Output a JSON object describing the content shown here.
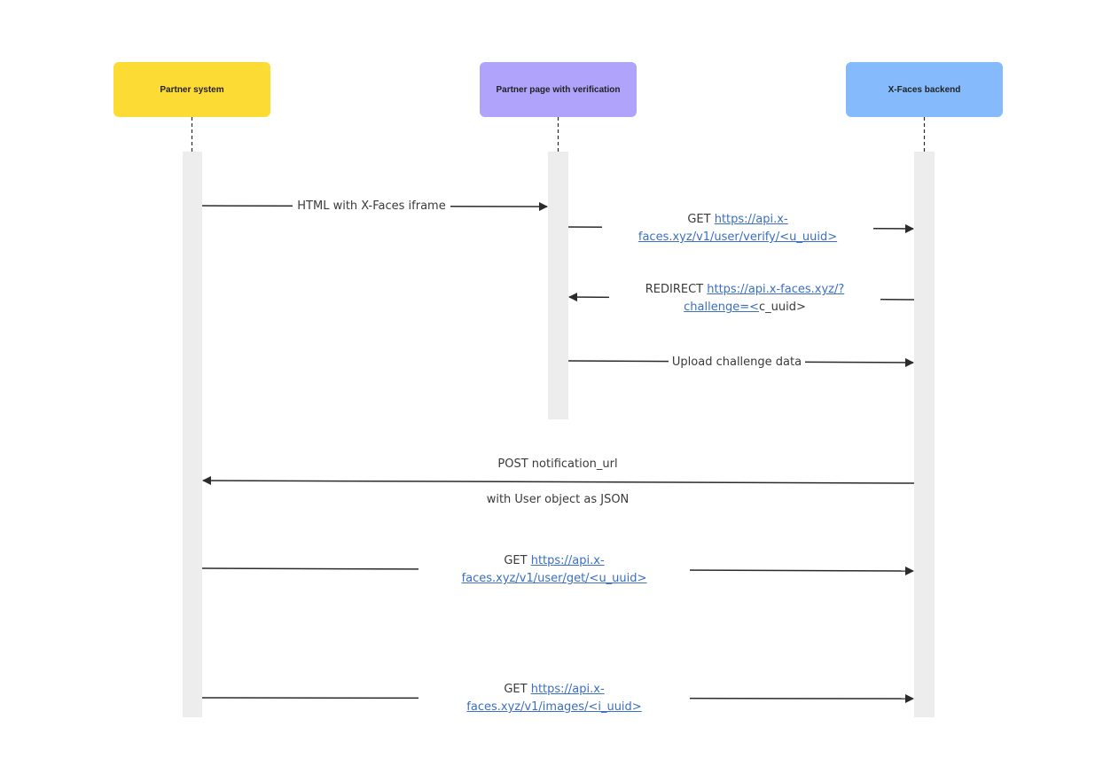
{
  "colors": {
    "partner_system": "#fddb35",
    "partner_page": "#b0a3fb",
    "backend": "#85bbfc",
    "activation_bar": "#ededed",
    "arrow": "#2b2b2b",
    "link": "#3b6fc2"
  },
  "actors": {
    "partner_system": "Partner system",
    "partner_page": "Partner page with verification",
    "backend": "X-Faces backend"
  },
  "messages": {
    "m1": {
      "text": "HTML with X-Faces iframe"
    },
    "m2": {
      "prefix": "GET ",
      "link_1": "https://api.x-",
      "link_2": "faces.xyz/v1/user/verify/<u_uuid>"
    },
    "m3": {
      "prefix": "REDIRECT ",
      "link_1": "https://api.x-faces.xyz/?",
      "link_2": "challenge=<",
      "suffix": "c_uuid>"
    },
    "m4": {
      "text": "Upload challenge data"
    },
    "m5": {
      "line_1": "POST notification_url",
      "line_2": "with User object as JSON"
    },
    "m6": {
      "prefix": "GET ",
      "link_1": "https://api.x-",
      "link_2": "faces.xyz/v1/user/get/<u_uuid>"
    },
    "m7": {
      "prefix": "GET ",
      "link_1": "https://api.x-",
      "link_2": "faces.xyz/v1/images/<i_uuid>"
    }
  }
}
